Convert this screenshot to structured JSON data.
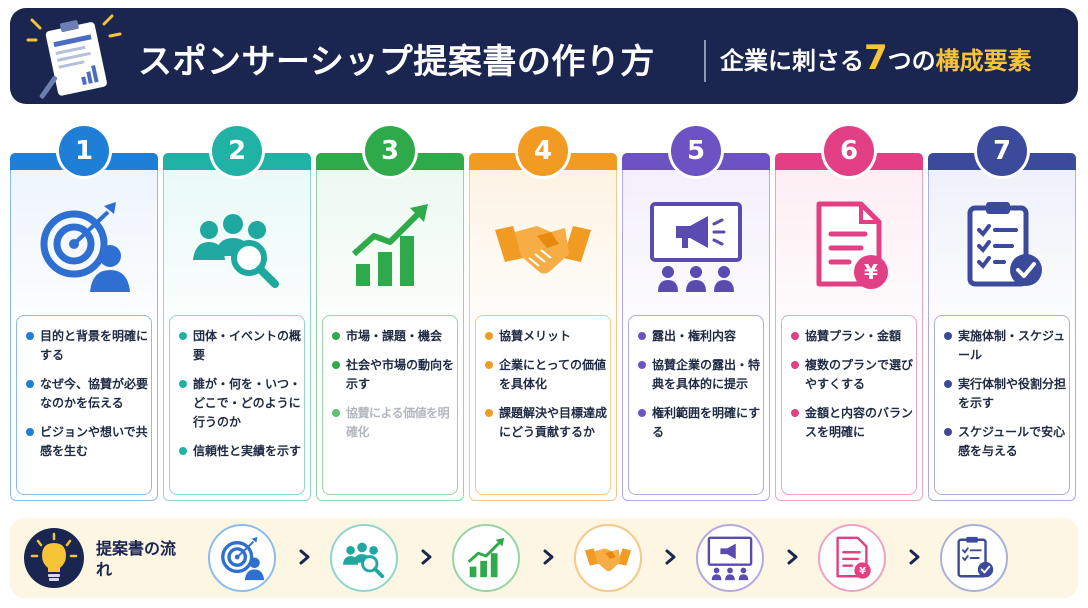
{
  "header": {
    "title": "スポンサーシップ提案書の作り方",
    "subtitle_pre": "企業に刺さる",
    "subtitle_num": "7",
    "subtitle_mid": "つの",
    "subtitle_accent": "構成要素"
  },
  "colors": {
    "navy": "#1a2550",
    "gold": "#f6c437",
    "step1": "#1f7ed6",
    "step2": "#1fb2a5",
    "step3": "#2faa4a",
    "step4": "#f29b22",
    "step5": "#6d52c4",
    "step6": "#e23f84",
    "step7": "#3b4a9a"
  },
  "steps": [
    {
      "number": "1",
      "icon": "target-person-icon",
      "bullets": [
        "目的と背景を明確にする",
        "なぜ今、協賛が必要なのかを伝える",
        "ビジョンや想いで共感を生む"
      ]
    },
    {
      "number": "2",
      "icon": "team-magnifier-icon",
      "bullets": [
        "団体・イベントの概要",
        "誰が・何を・いつ・どこで・どのように行うのか",
        "信頼性と実績を示す"
      ]
    },
    {
      "number": "3",
      "icon": "growth-chart-icon",
      "bullets": [
        "市場・課題・機会",
        "社会や市場の動向を示す",
        "協賛による価値を明確化"
      ]
    },
    {
      "number": "4",
      "icon": "handshake-icon",
      "bullets": [
        "協賛メリット",
        "企業にとっての価値を具体化",
        "課題解決や目標達成にどう貢献するか"
      ]
    },
    {
      "number": "5",
      "icon": "presentation-audience-icon",
      "bullets": [
        "露出・権利内容",
        "協賛企業の露出・特典を具体的に提示",
        "権利範囲を明確にする"
      ]
    },
    {
      "number": "6",
      "icon": "yen-document-icon",
      "bullets": [
        "協賛プラン・金額",
        "複数のプランで選びやすくする",
        "金額と内容のバランスを明確に"
      ]
    },
    {
      "number": "7",
      "icon": "checklist-clipboard-icon",
      "bullets": [
        "実施体制・スケジュール",
        "実行体制や役割分担を示す",
        "スケジュールで安心感を与える"
      ]
    }
  ],
  "flow": {
    "label": "提案書の流れ",
    "icon": "lightbulb-icon"
  }
}
